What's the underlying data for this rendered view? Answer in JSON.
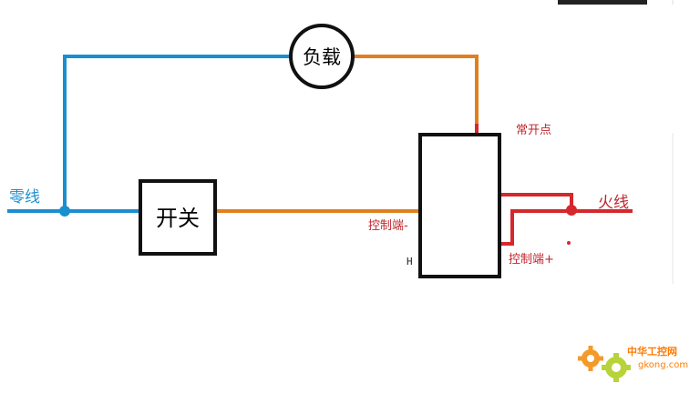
{
  "labels": {
    "neutral": "零线",
    "live": "火线",
    "switch": "开关",
    "load": "负载",
    "normally_open": "常开点",
    "control_minus": "控制端-",
    "control_plus": "控制端+",
    "relay_mark": "H"
  },
  "watermark": {
    "cn": "中华工控网",
    "en": "gkong.com"
  },
  "colors": {
    "neutral_wire": "#1a8fd0",
    "load_wire": "#e0801d",
    "live_wire": "#d4282d",
    "box_stroke": "#111111",
    "watermark": "#ff7a00"
  },
  "icons": [
    "gear-icon",
    "gear-icon"
  ]
}
